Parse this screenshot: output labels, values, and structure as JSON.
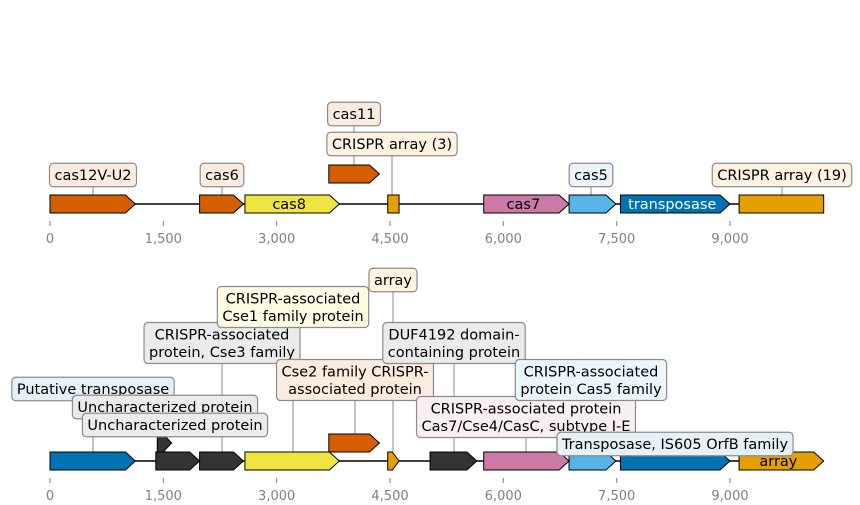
{
  "axis": {
    "ticks": [
      {
        "value": 0,
        "label": "0"
      },
      {
        "value": 1500,
        "label": "1,500"
      },
      {
        "value": 3000,
        "label": "3,000"
      },
      {
        "value": 4500,
        "label": "4,500"
      },
      {
        "value": 6000,
        "label": "6,000"
      },
      {
        "value": 7500,
        "label": "7,500"
      },
      {
        "value": 9000,
        "label": "9,000"
      }
    ]
  },
  "colors": {
    "orange": "#d55e00",
    "yellow": "#f0e442",
    "gold": "#e69f00",
    "pink": "#cc79a7",
    "skyblue": "#56b4e9",
    "blue": "#0072b2",
    "dark": "#333333"
  },
  "tracks": [
    {
      "name": "top-track",
      "features": [
        {
          "start": 0,
          "end": 1130,
          "strand": 1,
          "color": "orange",
          "box": "cas12V-U2"
        },
        {
          "start": 1980,
          "end": 2560,
          "strand": 1,
          "color": "orange",
          "box": "cas6"
        },
        {
          "start": 2580,
          "end": 3830,
          "strand": 1,
          "color": "yellow",
          "inside": "cas8"
        },
        {
          "start": 3690,
          "end": 4360,
          "strand": 1,
          "color": "orange",
          "row": 1,
          "box": "cas11"
        },
        {
          "start": 4470,
          "end": 4620,
          "strand": 0,
          "color": "gold",
          "box": "CRISPR array (3)"
        },
        {
          "start": 5740,
          "end": 6870,
          "strand": 1,
          "color": "pink",
          "inside": "cas7"
        },
        {
          "start": 6870,
          "end": 7490,
          "strand": 1,
          "color": "skyblue",
          "box": "cas5"
        },
        {
          "start": 7550,
          "end": 9000,
          "strand": 1,
          "color": "blue",
          "inside": "transposase",
          "inside_color": "#ffffff"
        },
        {
          "start": 9120,
          "end": 10240,
          "strand": 0,
          "color": "gold",
          "box": "CRISPR array (19)"
        }
      ]
    },
    {
      "name": "bottom-track",
      "features": [
        {
          "start": 0,
          "end": 1130,
          "strand": 1,
          "color": "blue",
          "box": "Putative transposase"
        },
        {
          "start": 1400,
          "end": 1980,
          "strand": 1,
          "color": "dark",
          "box": "Uncharacterized protein"
        },
        {
          "start": 1420,
          "end": 1610,
          "strand": 1,
          "color": "dark",
          "row": 1,
          "box": "Uncharacterized protein"
        },
        {
          "start": 1980,
          "end": 2560,
          "strand": 1,
          "color": "dark",
          "box": "CRISPR-associated\nprotein, Cse3 family"
        },
        {
          "start": 2580,
          "end": 3830,
          "strand": 1,
          "color": "yellow",
          "box": "CRISPR-associated\nCse1 family protein"
        },
        {
          "start": 3690,
          "end": 4360,
          "strand": 1,
          "color": "orange",
          "row": 1,
          "box": "Cse2 family CRISPR-\nassociated protein"
        },
        {
          "start": 4470,
          "end": 4620,
          "strand": 1,
          "color": "gold",
          "box": "array"
        },
        {
          "start": 5030,
          "end": 5650,
          "strand": 1,
          "color": "dark",
          "box": "DUF4192 domain-\ncontaining protein"
        },
        {
          "start": 5740,
          "end": 6870,
          "strand": 1,
          "color": "pink",
          "box": "CRISPR-associated protein\nCas7/Cse4/CasC, subtype I-E"
        },
        {
          "start": 6870,
          "end": 7490,
          "strand": 1,
          "color": "skyblue",
          "box": "CRISPR-associated\nprotein Cas5 family"
        },
        {
          "start": 7550,
          "end": 9000,
          "strand": 1,
          "color": "blue",
          "box": "Transposase, IS605 OrfB family"
        },
        {
          "start": 9120,
          "end": 10240,
          "strand": 1,
          "color": "gold",
          "inside": "array"
        }
      ]
    }
  ]
}
